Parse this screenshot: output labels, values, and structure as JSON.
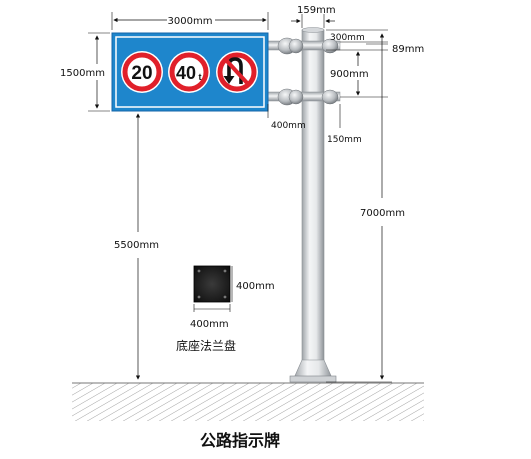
{
  "title": "公路指示牌",
  "colors": {
    "sign_blue": "#1e86cc",
    "sign_border": "#ffffff",
    "prohibit_red": "#e0202a",
    "pole": "#e2e4e6",
    "flange": "#111111",
    "ground_hatch": "#9a9a9a"
  },
  "sign_panel": {
    "width_label": "3000mm",
    "height_label": "1500mm",
    "signs": [
      {
        "type": "speed-limit",
        "text": "20"
      },
      {
        "type": "weight-limit",
        "text": "40",
        "unit": "t"
      },
      {
        "type": "no-u-turn",
        "icon": "u-turn-arrow-icon"
      }
    ]
  },
  "dimensions": {
    "pole_top_diameter": "159mm",
    "top_offset": "300mm",
    "bracket_offset": "89mm",
    "bracket_spacing": "900mm",
    "arm_length": "400mm",
    "arm_diameter": "150mm",
    "clearance_height": "5500mm",
    "pole_height": "7000mm"
  },
  "base_flange": {
    "width_label": "400mm",
    "height_label": "400mm",
    "caption": "底座法兰盘"
  }
}
